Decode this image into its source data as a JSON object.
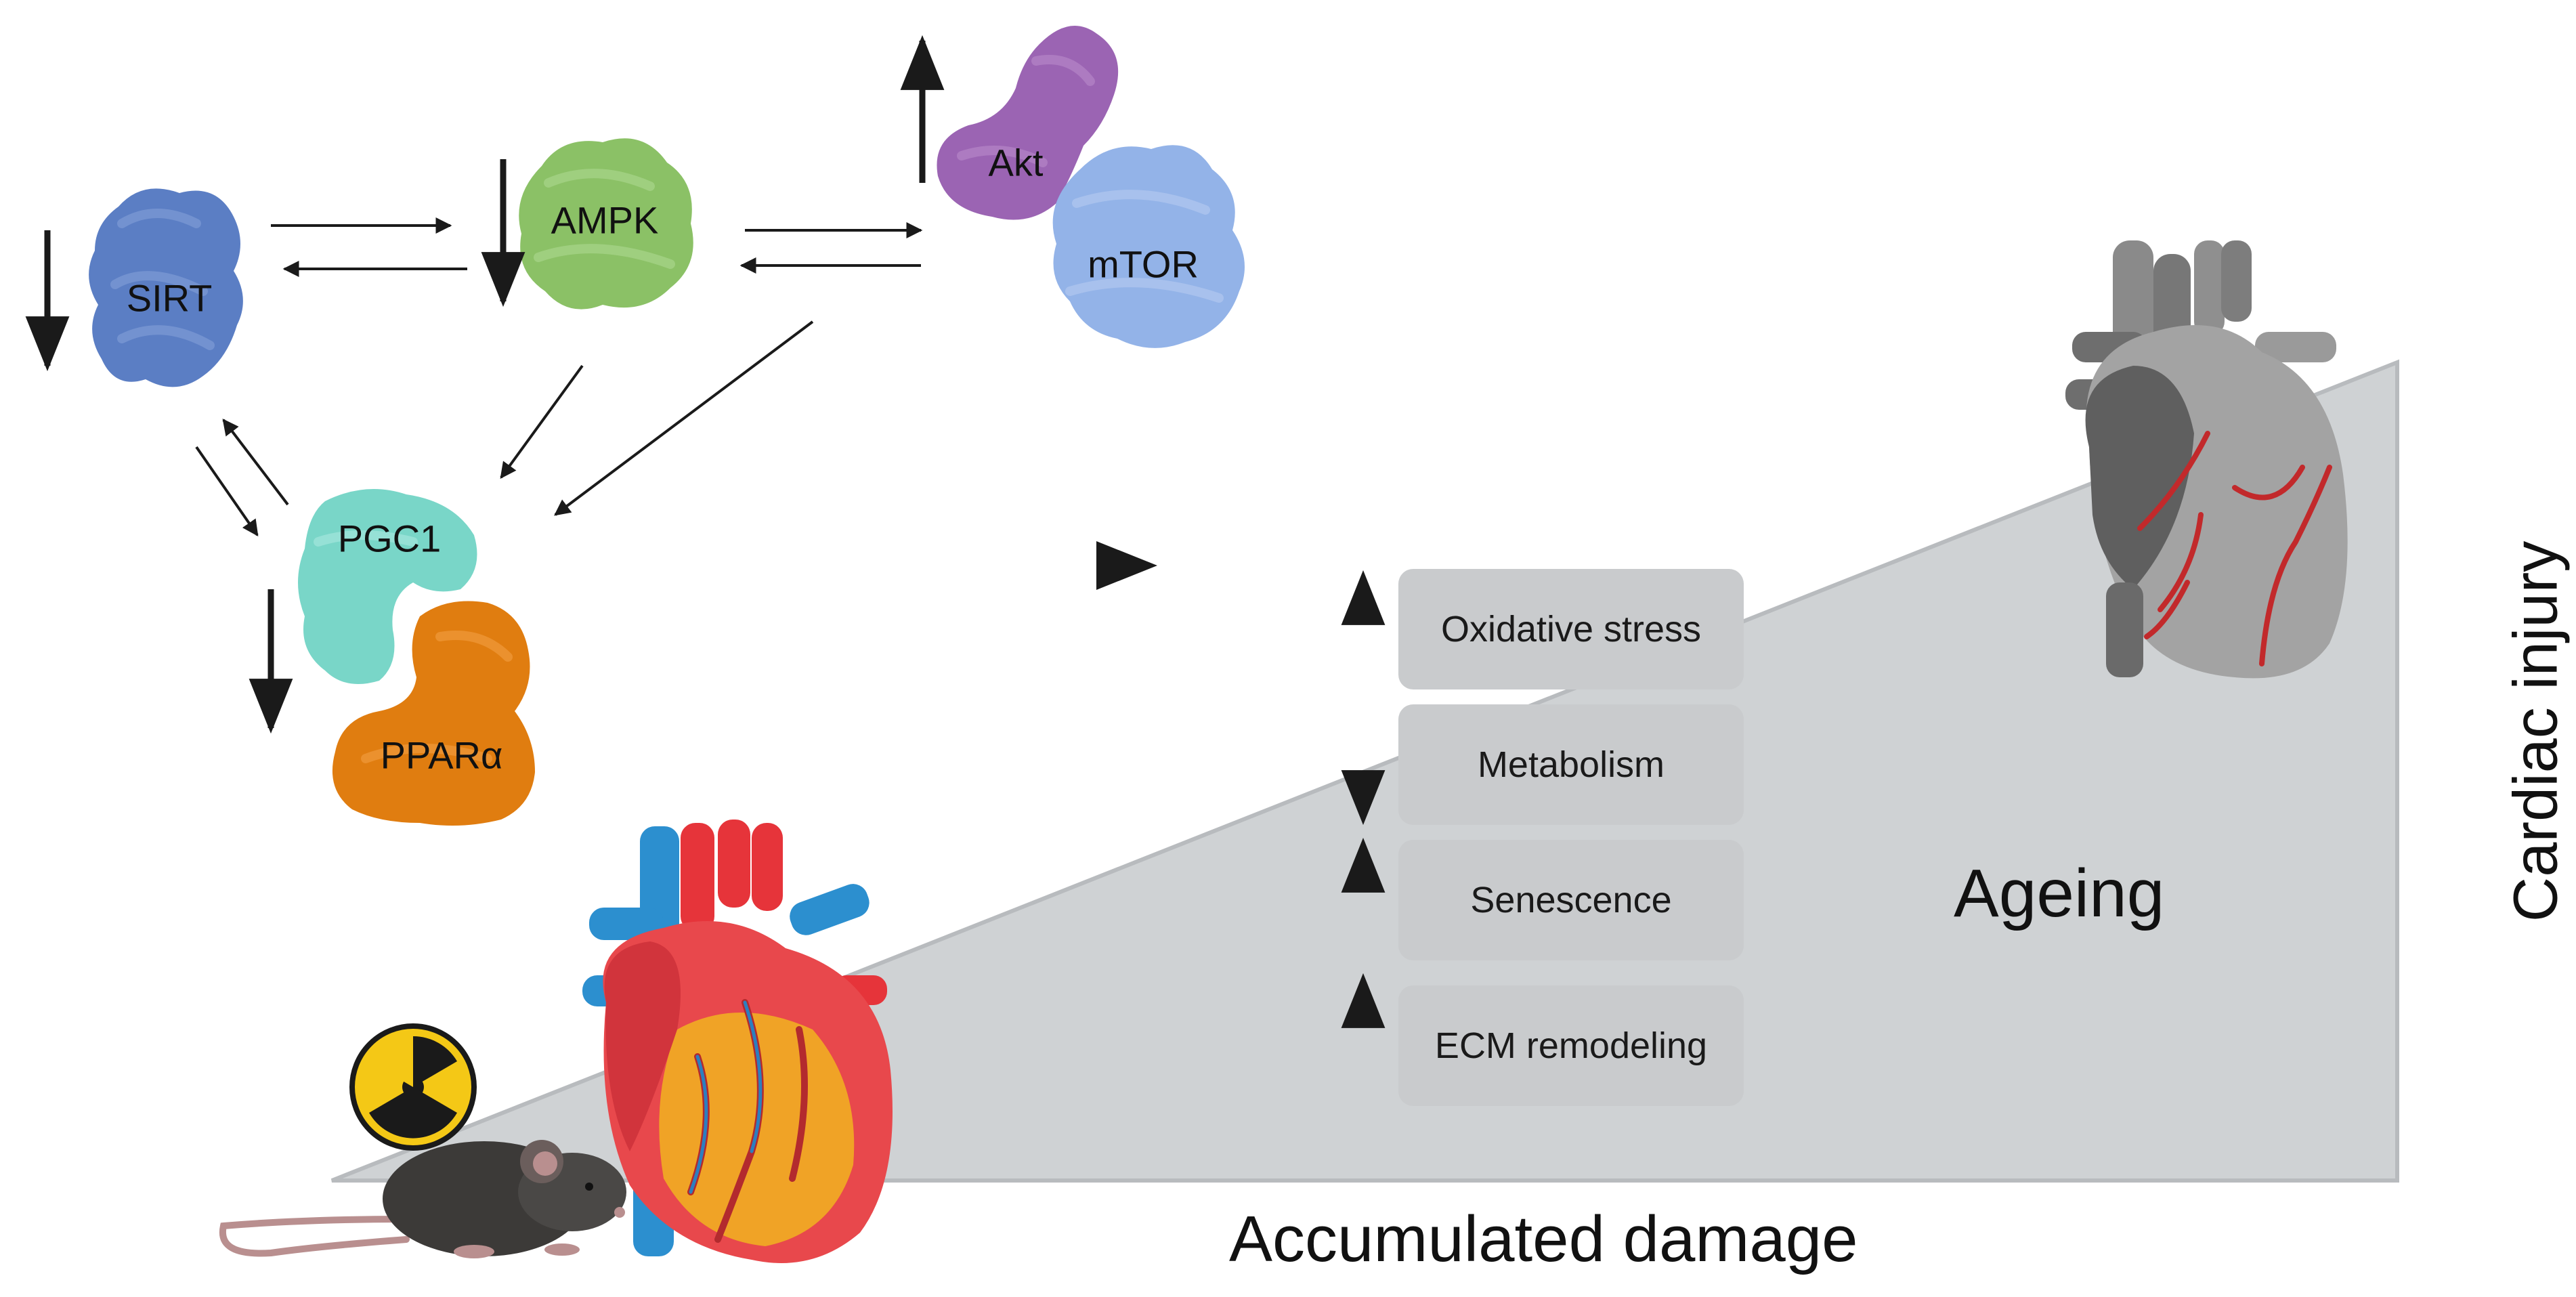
{
  "proteins": {
    "sirt": "SIRT",
    "ampk": "AMPK",
    "akt": "Akt",
    "mtor": "mTOR",
    "pgc1": "PGC1",
    "ppara": "PPARα"
  },
  "processes": [
    {
      "label": "Oxidative stress",
      "direction": "up"
    },
    {
      "label": "Metabolism",
      "direction": "down"
    },
    {
      "label": "Senescence",
      "direction": "up"
    },
    {
      "label": "ECM remodeling",
      "direction": "up"
    }
  ],
  "ageing_label": "Ageing",
  "x_axis_label": "Accumulated damage",
  "y_axis_label": "Cardiac injury",
  "icons": [
    "radiation-icon",
    "mouse-icon",
    "heart-icon",
    "aged-heart-icon"
  ],
  "colors": {
    "sirt": "#5b7ec4",
    "ampk": "#8bc166",
    "akt": "#9b64b3",
    "mtor": "#93b3e8",
    "pgc1": "#79d6c8",
    "ppara": "#e07d10",
    "wedge": "#cfd2d4",
    "box": "#c9cbcd"
  }
}
